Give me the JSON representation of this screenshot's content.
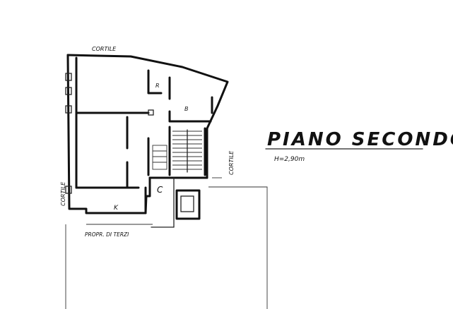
{
  "labels": {
    "cortile_top": "CORTILE",
    "cortile_left": "CORTILE",
    "cortile_right": "CORTILE",
    "room_r": "R",
    "room_b": "B",
    "room_k": "K",
    "room_c": "C",
    "propr": "PROPR. DI TERZI"
  },
  "title": {
    "main": "PIANO SECONDO",
    "height": "H=2,90m"
  }
}
